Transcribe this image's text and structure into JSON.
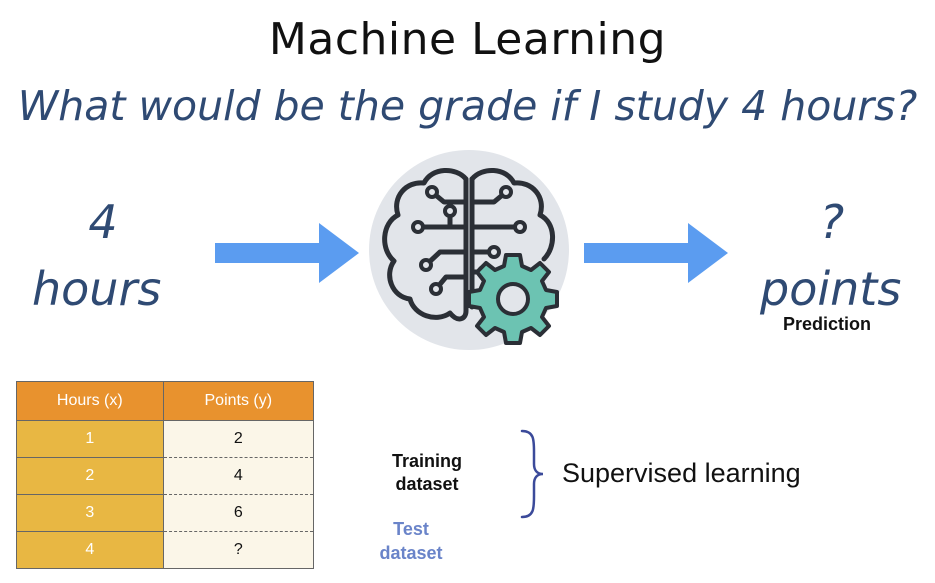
{
  "title": "Machine Learning",
  "question": "What would be the grade if I study 4 hours?",
  "input": {
    "number": "4",
    "unit": "hours"
  },
  "output": {
    "number": "?",
    "unit": "points",
    "caption": "Prediction"
  },
  "table": {
    "headers": [
      "Hours (x)",
      "Points (y)"
    ],
    "rows": [
      [
        "1",
        "2"
      ],
      [
        "2",
        "4"
      ],
      [
        "3",
        "6"
      ],
      [
        "4",
        "?"
      ]
    ]
  },
  "labels": {
    "training": [
      "Training",
      "dataset"
    ],
    "test": [
      "Test",
      "dataset"
    ],
    "supervised": "Supervised learning"
  },
  "colors": {
    "arrow": "#5b9cf0",
    "table_header": "#e8922e",
    "table_x": "#e8b743",
    "gear": "#6cc3b2",
    "brain_circle": "#e2e5ea",
    "brace": "#3b4a9a",
    "test_label": "#6a84c9"
  }
}
